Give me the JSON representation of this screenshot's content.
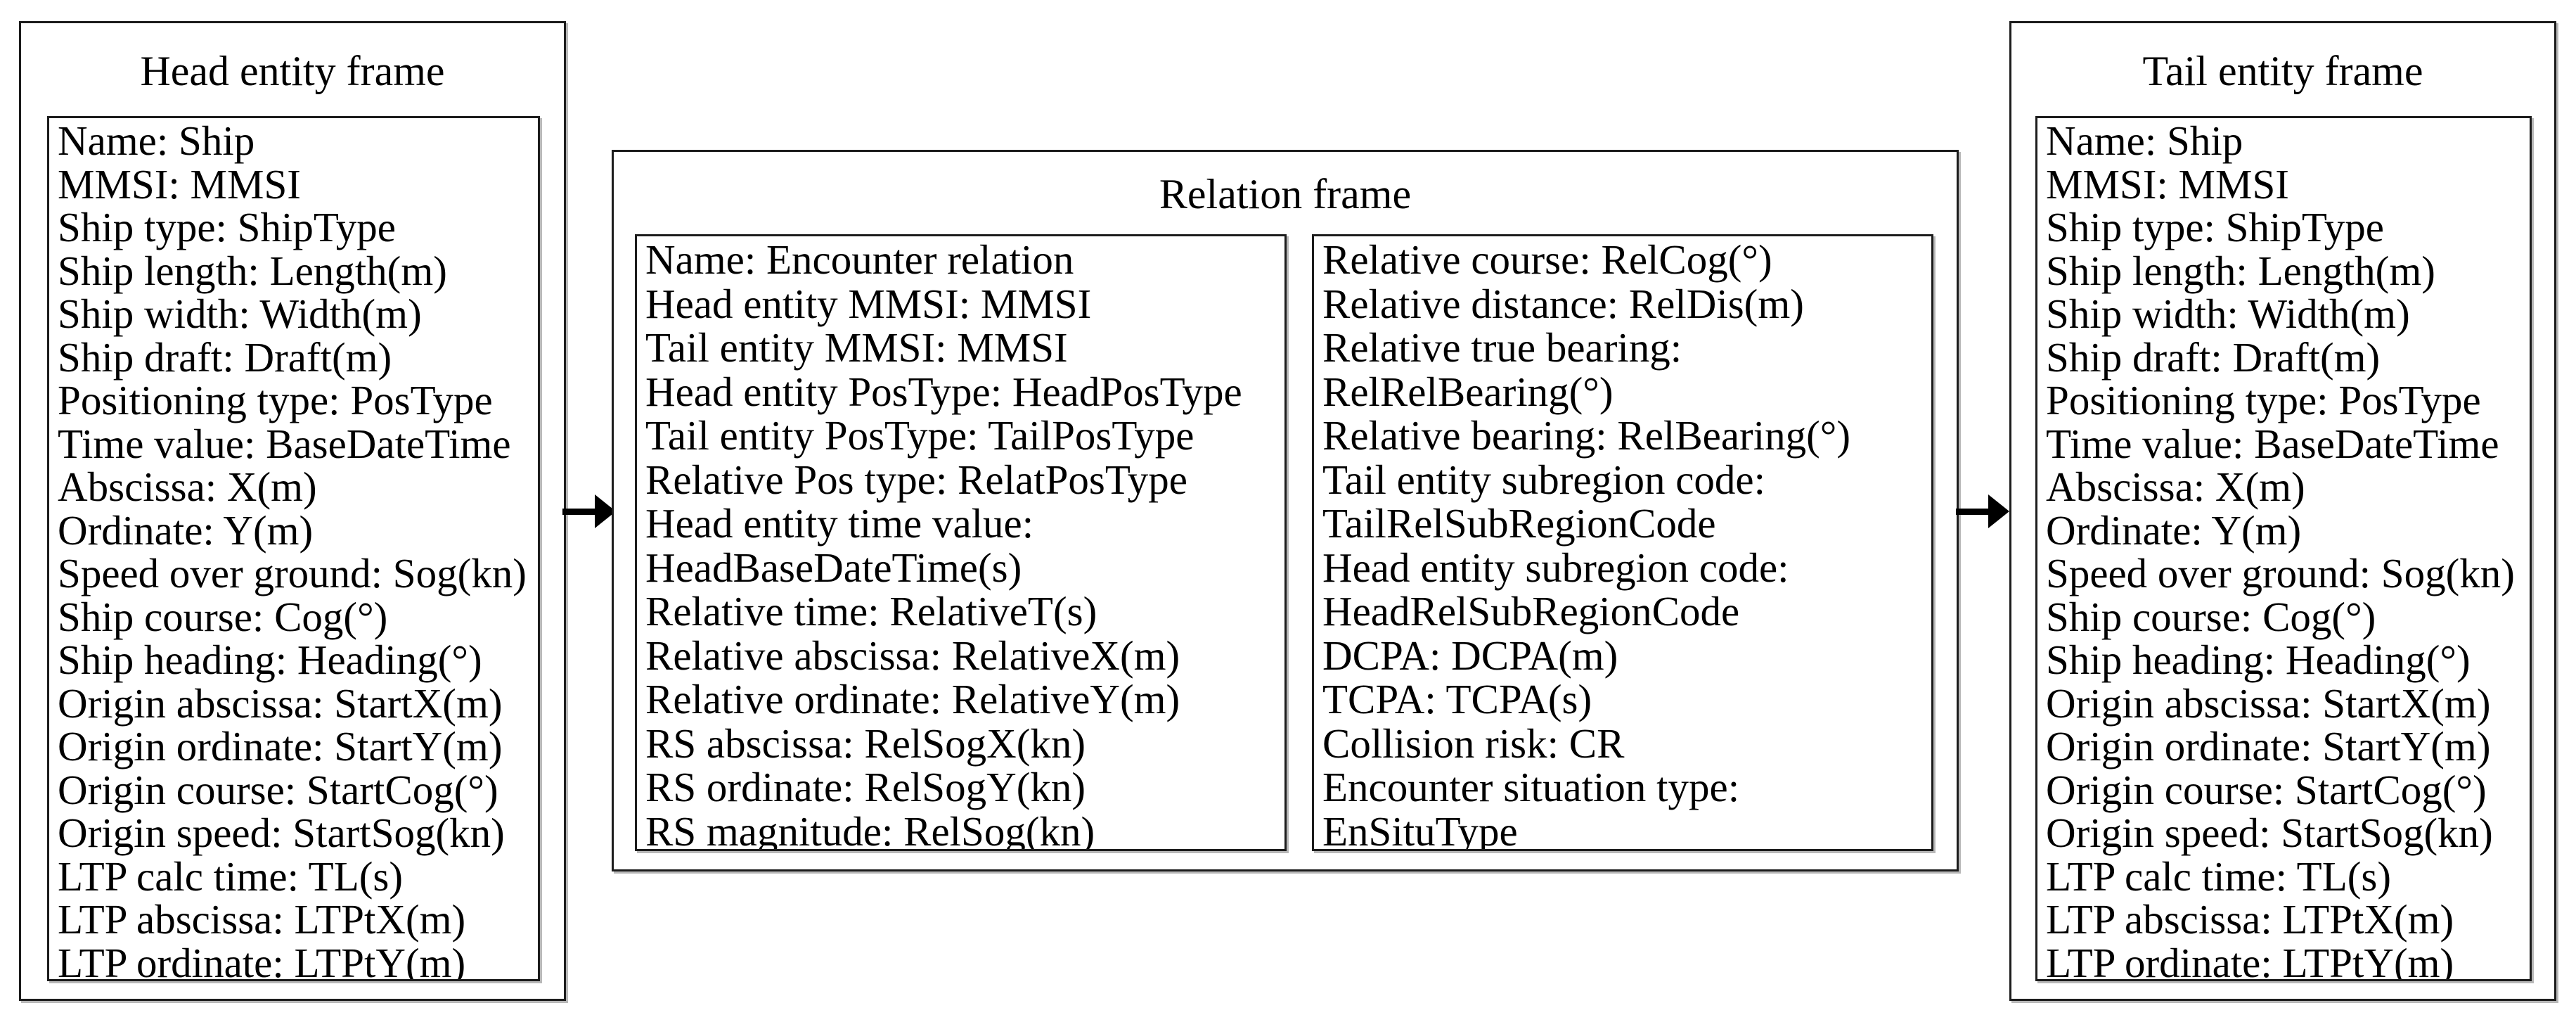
{
  "colors": {
    "background": "#ffffff",
    "border": "#1c1c1c",
    "text": "#000000",
    "arrow": "#000000"
  },
  "head_frame": {
    "title": "Head entity frame",
    "attributes": [
      "Name: Ship",
      "MMSI: MMSI",
      "Ship type: ShipType",
      "Ship length: Length(m)",
      "Ship width: Width(m)",
      "Ship draft: Draft(m)",
      "Positioning type: PosType",
      "Time value: BaseDateTime",
      "Abscissa: X(m)",
      "Ordinate: Y(m)",
      "Speed over ground: Sog(kn)",
      "Ship course: Cog(°)",
      "Ship heading: Heading(°)",
      "Origin abscissa: StartX(m)",
      "Origin ordinate: StartY(m)",
      "Origin course: StartCog(°)",
      "Origin speed: StartSog(kn)",
      "LTP calc time: TL(s)",
      "LTP abscissa: LTPtX(m)",
      "LTP ordinate: LTPtY(m)"
    ]
  },
  "relation_frame": {
    "title": "Relation frame",
    "left_column": [
      "Name: Encounter relation",
      "Head entity MMSI: MMSI",
      "Tail entity MMSI: MMSI",
      "Head entity PosType: HeadPosType",
      "Tail entity PosType: TailPosType",
      "Relative Pos type: RelatPosType",
      "Head entity time value:",
      "HeadBaseDateTime(s)",
      "Relative time: RelativeT(s)",
      "Relative abscissa: RelativeX(m)",
      "Relative ordinate: RelativeY(m)",
      "RS abscissa: RelSogX(kn)",
      "RS ordinate: RelSogY(kn)",
      "RS magnitude: RelSog(kn)"
    ],
    "right_column": [
      "Relative course: RelCog(°)",
      "Relative distance: RelDis(m)",
      "Relative true bearing:",
      "RelRelBearing(°)",
      "Relative bearing: RelBearing(°)",
      "Tail entity subregion code:",
      "TailRelSubRegionCode",
      "Head entity subregion code:",
      "HeadRelSubRegionCode",
      "DCPA: DCPA(m)",
      "TCPA: TCPA(s)",
      "Collision risk: CR",
      "Encounter situation type:",
      "EnSituType"
    ]
  },
  "tail_frame": {
    "title": "Tail entity frame",
    "attributes": [
      "Name: Ship",
      "MMSI: MMSI",
      "Ship type: ShipType",
      "Ship length: Length(m)",
      "Ship width: Width(m)",
      "Ship draft: Draft(m)",
      "Positioning type: PosType",
      "Time value: BaseDateTime",
      "Abscissa: X(m)",
      "Ordinate: Y(m)",
      "Speed over ground: Sog(kn)",
      "Ship course: Cog(°)",
      "Ship heading: Heading(°)",
      "Origin abscissa: StartX(m)",
      "Origin ordinate: StartY(m)",
      "Origin course: StartCog(°)",
      "Origin speed: StartSog(kn)",
      "LTP calc time: TL(s)",
      "LTP abscissa: LTPtX(m)",
      "LTP ordinate: LTPtY(m)"
    ]
  }
}
